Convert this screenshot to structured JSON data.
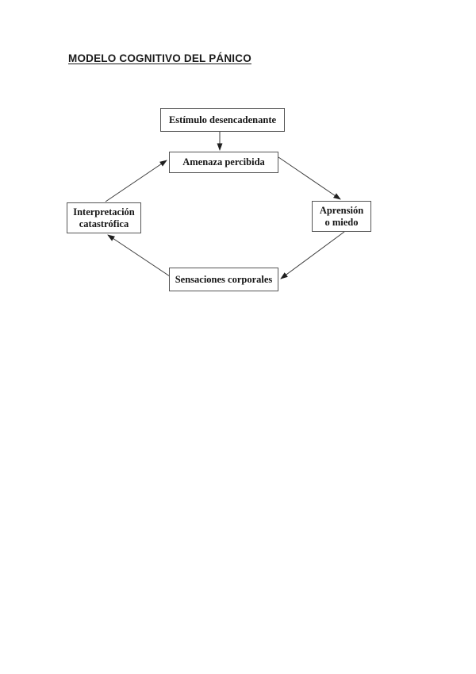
{
  "page": {
    "title": "MODELO COGNITIVO DEL PÁNICO"
  },
  "diagram": {
    "name": "cognitive-model-of-panic-cycle",
    "nodes": {
      "estimulo": {
        "label": "Estímulo desencadenante"
      },
      "amenaza": {
        "label": "Amenaza percibida"
      },
      "interpretacion": {
        "label": "Interpretación\ncatastrófica"
      },
      "aprension": {
        "label": "Aprensión\no miedo"
      },
      "sensaciones": {
        "label": "Sensaciones corporales"
      }
    },
    "edges": [
      {
        "from": "estimulo",
        "to": "amenaza"
      },
      {
        "from": "interpretacion",
        "to": "amenaza"
      },
      {
        "from": "amenaza",
        "to": "aprension"
      },
      {
        "from": "aprension",
        "to": "sensaciones"
      },
      {
        "from": "sensaciones",
        "to": "interpretacion"
      }
    ],
    "colors": {
      "background": "#ffffff",
      "box_border": "#555555",
      "text": "#141414",
      "arrow": "#3a3a3a"
    }
  }
}
